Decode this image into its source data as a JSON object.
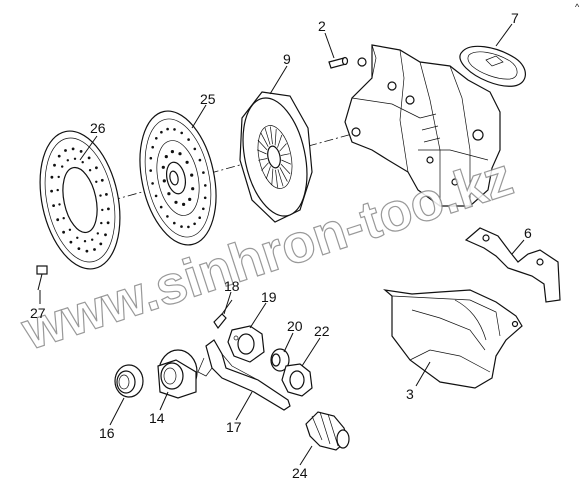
{
  "watermark": "www.sinhron-too.kz",
  "corner_mark": "^",
  "callouts": [
    "2",
    "7",
    "9",
    "25",
    "26",
    "6",
    "18",
    "19",
    "20",
    "22",
    "27",
    "3",
    "16",
    "14",
    "17",
    "24"
  ]
}
